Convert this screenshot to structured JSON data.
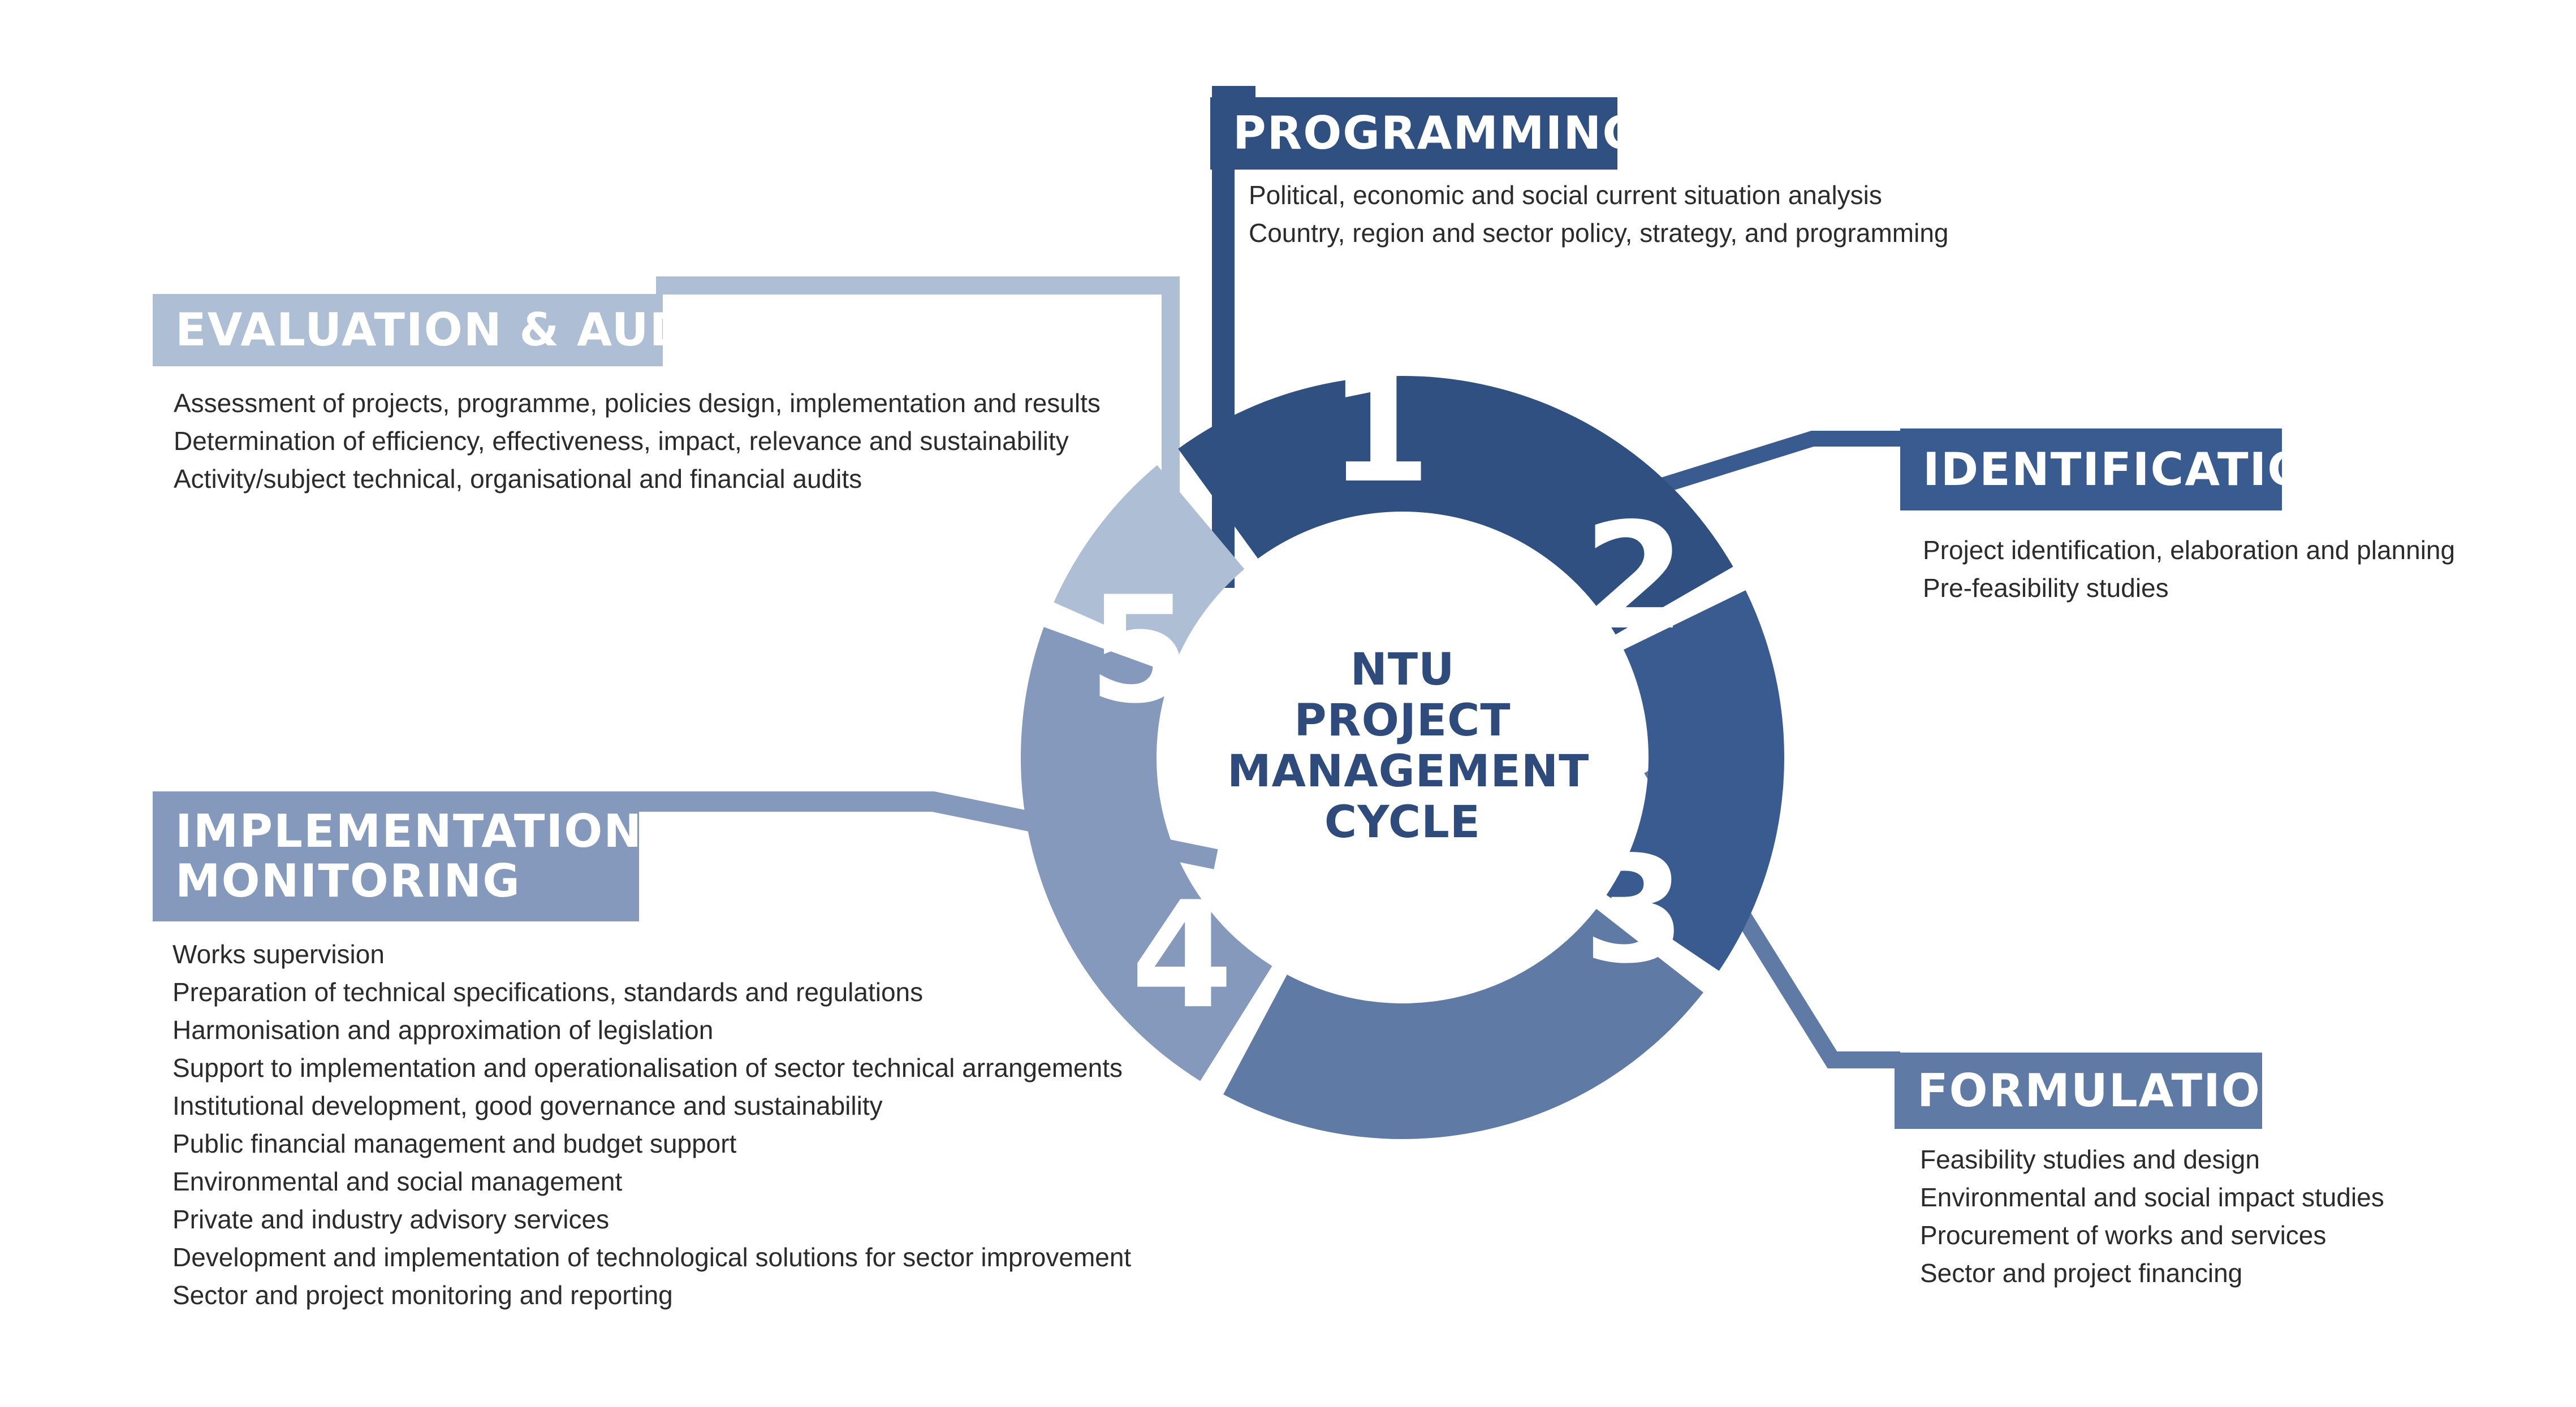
{
  "center": {
    "lines": [
      "NTU",
      "PROJECT",
      "MANAGEMENT",
      "CYCLE"
    ]
  },
  "colors": {
    "stage1": "#2f5080",
    "stage2": "#3a5b8f",
    "stage3": "#5e7aa5",
    "stage4": "#8499bc",
    "stage5": "#aebfd5",
    "center_text": "#2f4b7c"
  },
  "stages": [
    {
      "number": "1",
      "title": "PROGRAMMING",
      "items": [
        "Political, economic and social current situation analysis",
        "Country, region and sector policy, strategy, and programming"
      ]
    },
    {
      "number": "2",
      "title": "IDENTIFICATION",
      "items": [
        "Project identification, elaboration and planning",
        "Pre-feasibility studies"
      ]
    },
    {
      "number": "3",
      "title": "FORMULATION",
      "items": [
        "Feasibility studies and design",
        "Environmental and social impact studies",
        "Procurement of works and services",
        "Sector and project financing"
      ]
    },
    {
      "number": "4",
      "title_lines": [
        "IMPLEMENTATION  &",
        "MONITORING"
      ],
      "items": [
        "Works supervision",
        "Preparation of technical specifications, standards and regulations",
        "Harmonisation and approximation of legislation",
        "Support to implementation and operationalisation of sector technical arrangements",
        "Institutional development, good governance and sustainability",
        "Public financial management and budget support",
        "Environmental and social management",
        "Private and industry advisory services",
        "Development and implementation of technological solutions for sector improvement",
        "Sector and project monitoring and reporting"
      ]
    },
    {
      "number": "5",
      "title": "EVALUATION & AUDIT",
      "items": [
        "Assessment of projects, programme, policies design, implementation and results",
        "Determination of efficiency, effectiveness, impact, relevance and sustainability",
        "Activity/subject technical, organisational and financial audits"
      ]
    }
  ]
}
